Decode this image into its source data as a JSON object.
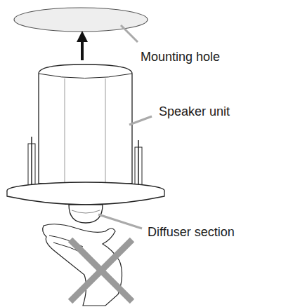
{
  "diagram": {
    "labels": [
      "Mounting hole",
      "Speaker unit",
      "Diffuser section"
    ]
  }
}
